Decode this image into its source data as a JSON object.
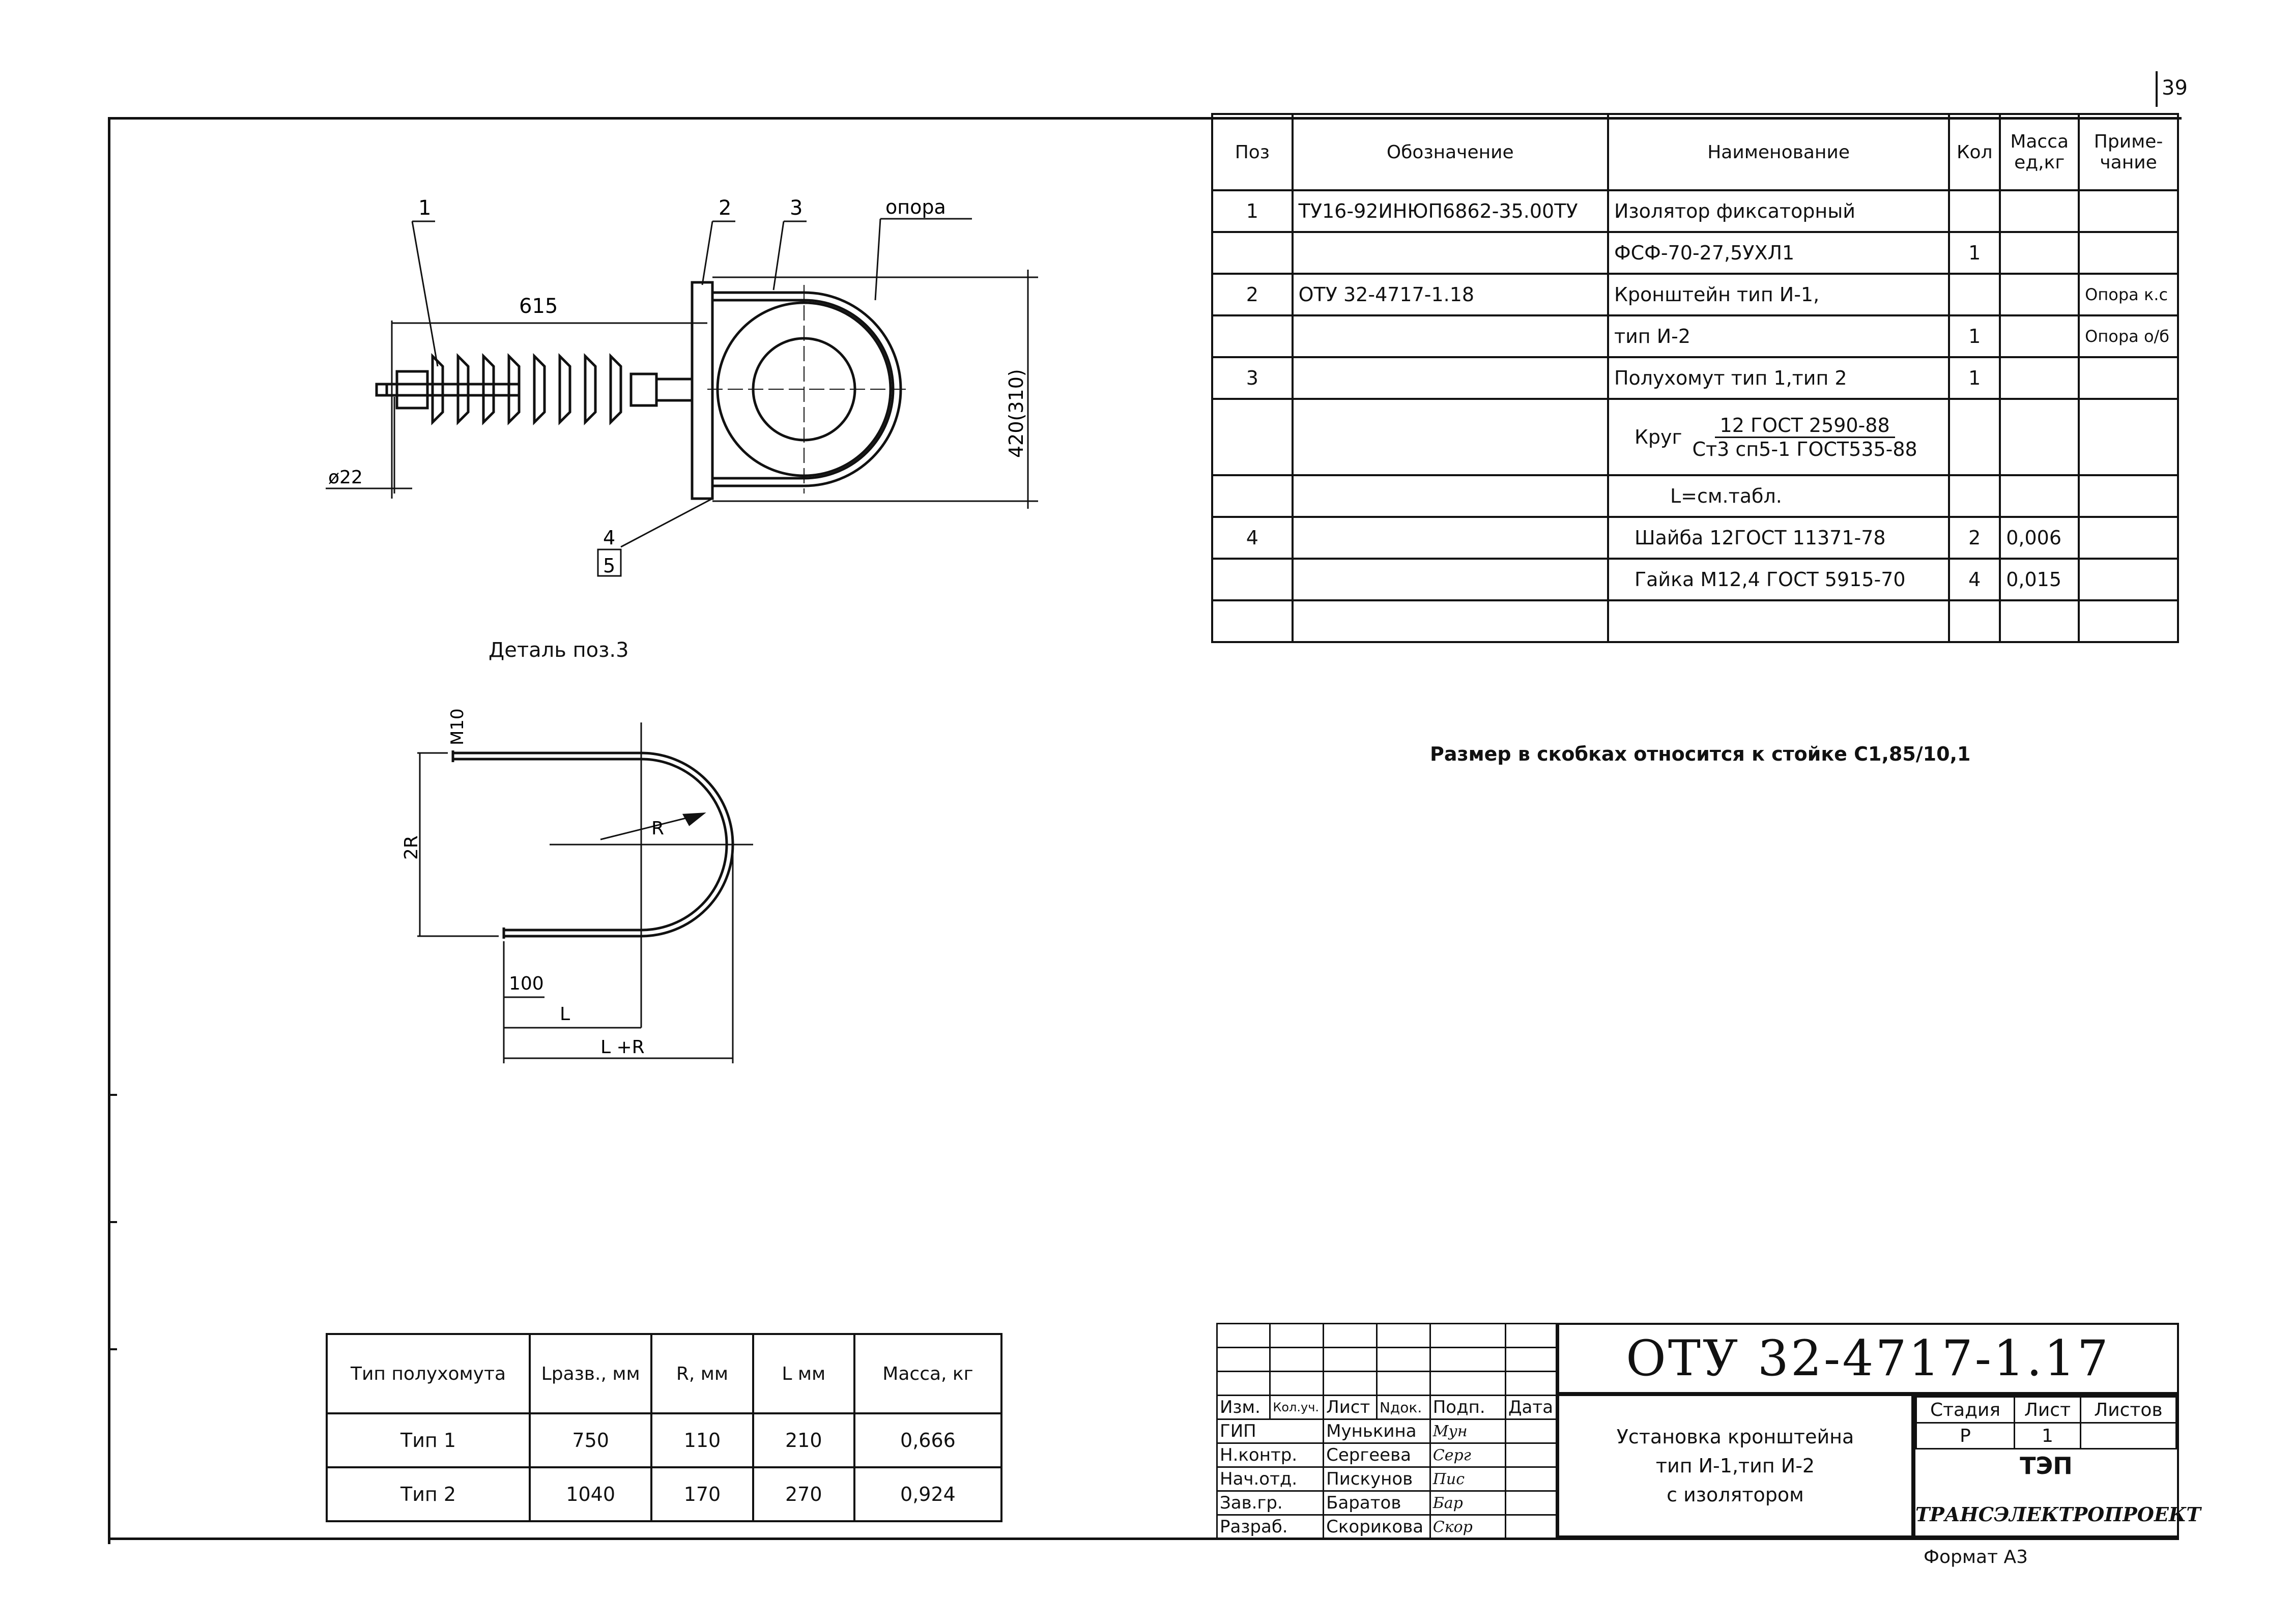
{
  "page_number": "39",
  "main_drawing": {
    "callouts": [
      "1",
      "2",
      "3"
    ],
    "support_label": "опора",
    "dim_length": "615",
    "dim_height": "420(310)",
    "dim_diameter": "ø22",
    "callout_bottom_top": "4",
    "callout_bottom_bottom": "5"
  },
  "detail": {
    "title": "Деталь поз.3",
    "thread": "M10",
    "height_label": "2R",
    "radius_label": "R",
    "dim_100": "100",
    "dim_L": "L",
    "dim_L_R": "L +R"
  },
  "spec_table": {
    "headers": [
      "Поз",
      "Обозначение",
      "Наименование",
      "Кол",
      "Масса ед,кг",
      "Приме- чание"
    ],
    "rows": [
      {
        "pos": "1",
        "code": "ТУ16-92ИНЮП6862-35.00ТУ",
        "name": "Изолятор фиксаторный",
        "qty": "",
        "mass": "",
        "note": ""
      },
      {
        "pos": "",
        "code": "",
        "name": "ФСФ-70-27,5УХЛ1",
        "qty": "1",
        "mass": "",
        "note": ""
      },
      {
        "pos": "2",
        "code": "ОТУ 32-4717-1.18",
        "name": "Кронштейн тип И-1,",
        "qty": "",
        "mass": "",
        "note": "Опора к.с"
      },
      {
        "pos": "",
        "code": "",
        "name": "тип И-2",
        "qty": "1",
        "mass": "",
        "note": "Опора о/б"
      },
      {
        "pos": "3",
        "code": "",
        "name": "Полухомут тип 1,тип 2",
        "qty": "1",
        "mass": "",
        "note": ""
      },
      {
        "pos": "4",
        "code": "",
        "name": "Шайба 12ГОСТ 11371-78",
        "qty": "2",
        "mass": "0,006",
        "note": ""
      },
      {
        "pos": "",
        "code": "",
        "name": "Гайка М12,4 ГОСТ 5915-70",
        "qty": "4",
        "mass": "0,015",
        "note": ""
      }
    ],
    "krug_label": "Круг",
    "krug_num": "12 ГОСТ 2590-88",
    "krug_den": "Ст3 сп5-1 ГОСТ535-88",
    "length_note": "L=см.табл."
  },
  "note": "Размер в скобках относится к стойке С1,85/10,1",
  "types_table": {
    "headers": [
      "Тип полухомута",
      "Lразв., мм",
      "R, мм",
      "L мм",
      "Масса, кг"
    ],
    "rows": [
      [
        "Тип 1",
        "750",
        "110",
        "210",
        "0,666"
      ],
      [
        "Тип 2",
        "1040",
        "170",
        "270",
        "0,924"
      ]
    ]
  },
  "stamp": {
    "code": "ОТУ 32-4717-1.17",
    "col_headers": [
      "Изм.",
      "Кол.уч.",
      "Лист",
      "Nдок.",
      "Подп.",
      "Дата"
    ],
    "roles": [
      {
        "role": "ГИП",
        "name": "Мунькина",
        "sign": "Мун"
      },
      {
        "role": "Н.контр.",
        "name": "Сергеева",
        "sign": "Серг"
      },
      {
        "role": "Нач.отд.",
        "name": "Пискунов",
        "sign": "Пис"
      },
      {
        "role": "Зав.гр.",
        "name": "Баратов",
        "sign": "Бар"
      },
      {
        "role": "Разраб.",
        "name": "Скорикова",
        "sign": "Скор"
      }
    ],
    "title_lines": [
      "Установка кронштейна",
      "тип И-1,тип И-2",
      "с изолятором"
    ],
    "side_headers": [
      "Стадия",
      "Лист",
      "Листов"
    ],
    "stage": "Р",
    "sheet": "1",
    "sheets": "",
    "org_logo": "ТЭП",
    "org": "ТРАНСЭЛЕКТРОПРОЕКТ"
  },
  "format_label": "Формат А3"
}
